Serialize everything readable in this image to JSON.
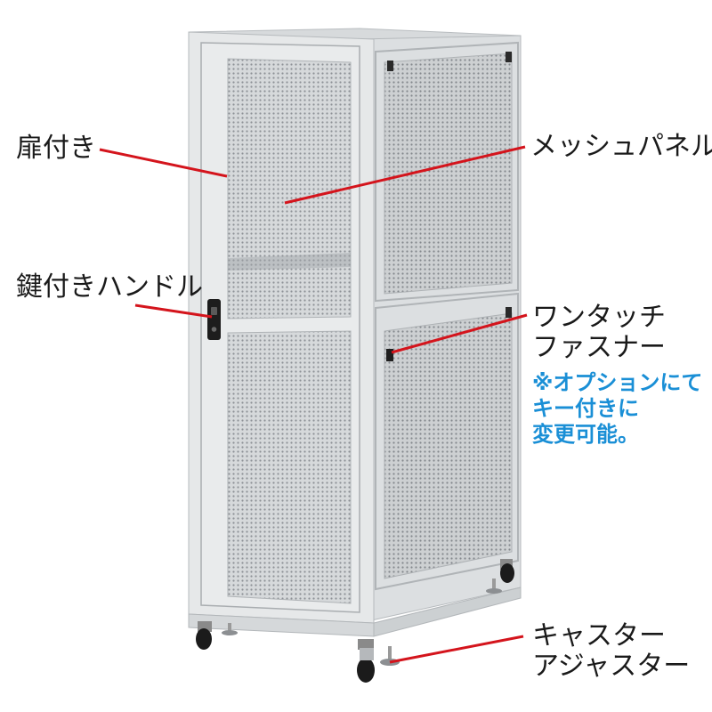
{
  "callouts": {
    "door": "扉付き",
    "mesh_panel": "メッシュパネル",
    "lock_handle": "鍵付きハンドル",
    "fastener_line1": "ワンタッチ",
    "fastener_line2": "ファスナー",
    "note_line1": "※オプションにて",
    "note_line2": "キー付きに",
    "note_line3": "変更可能。",
    "caster_line1": "キャスター",
    "caster_line2": "アジャスター"
  },
  "colors": {
    "leader": "#d4141c",
    "note": "#1a8fd6",
    "cabinet": "#e3e5e6",
    "cabinet_shade": "#cfd2d4",
    "mesh": "#8a8e92"
  }
}
